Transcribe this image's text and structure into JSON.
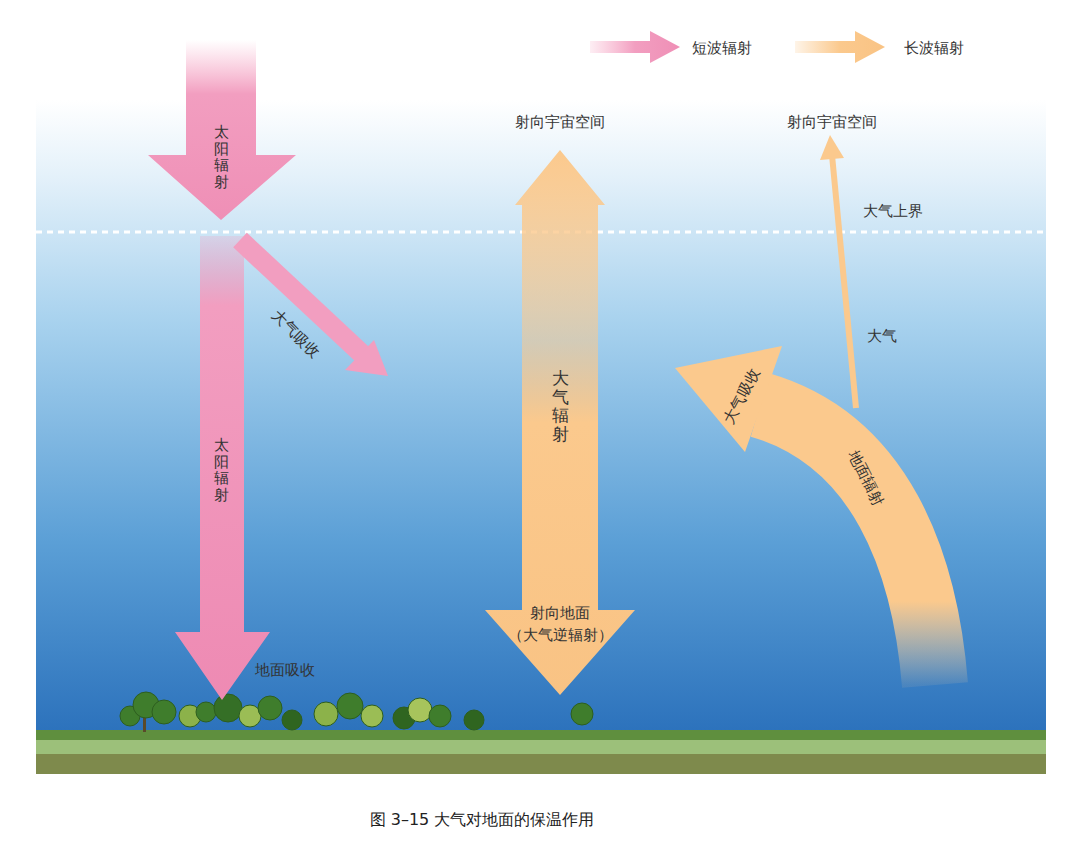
{
  "diagram": {
    "caption": "图 3–15 大气对地面的保温作用",
    "labels": [
      "太阳辐射",
      "大气吸收",
      "太阳辐射",
      "地面吸收",
      "射向宇宙空间",
      "大气辐射",
      "射向地面",
      "（大气逆辐射）",
      "射向宇宙空间",
      "大气上界",
      "大气",
      "大气吸收",
      "地面辐射"
    ],
    "legend": [
      {
        "text": "短波辐射"
      },
      {
        "text": "长波辐射"
      }
    ]
  }
}
